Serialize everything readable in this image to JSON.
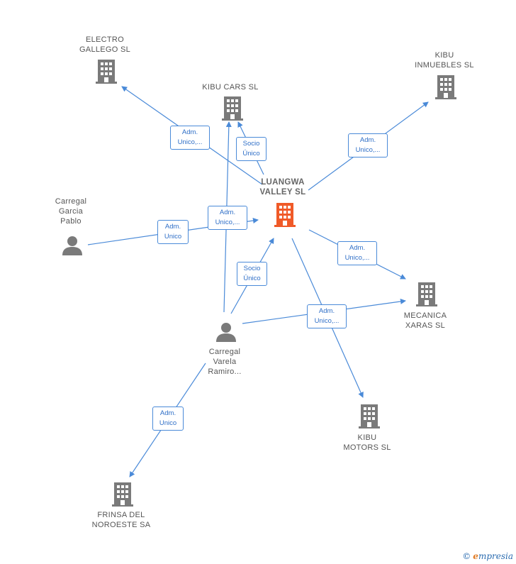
{
  "nodes": {
    "center": {
      "label": "LUANGWA\nVALLEY  SL",
      "color": "#f05a28"
    },
    "electro_gallego": {
      "label": "ELECTRO\nGALLEGO  SL"
    },
    "kibu_cars": {
      "label": "KIBU CARS  SL"
    },
    "kibu_inmuebles": {
      "label": "KIBU\nINMUEBLES  SL"
    },
    "mecanica_xaras": {
      "label": "MECANICA\nXARAS  SL"
    },
    "kibu_motors": {
      "label": "KIBU\nMOTORS  SL"
    },
    "frinsa": {
      "label": "FRINSA DEL\nNOROESTE SA"
    },
    "carregal_pablo": {
      "label": "Carregal\nGarcia\nPablo"
    },
    "carregal_ramiro": {
      "label": "Carregal\nVarela\nRamiro..."
    }
  },
  "edges": {
    "e1": "Adm.\nUnico,...",
    "e2": "Socio\nÚnico",
    "e3": "Adm.\nUnico,...",
    "e4": "Adm.\nUnico",
    "e5": "Adm.\nUnico,...",
    "e6": "Socio\nÚnico",
    "e7": "Adm.\nUnico,...",
    "e8": "Adm.\nUnico,...",
    "e9": "Adm.\nUnico"
  },
  "colors": {
    "edge": "#4a8ad8",
    "building": "#7a7a7a",
    "person": "#7a7a7a"
  },
  "footer": {
    "copyright": "©",
    "brand_first": "e",
    "brand_rest": "mpresia"
  }
}
